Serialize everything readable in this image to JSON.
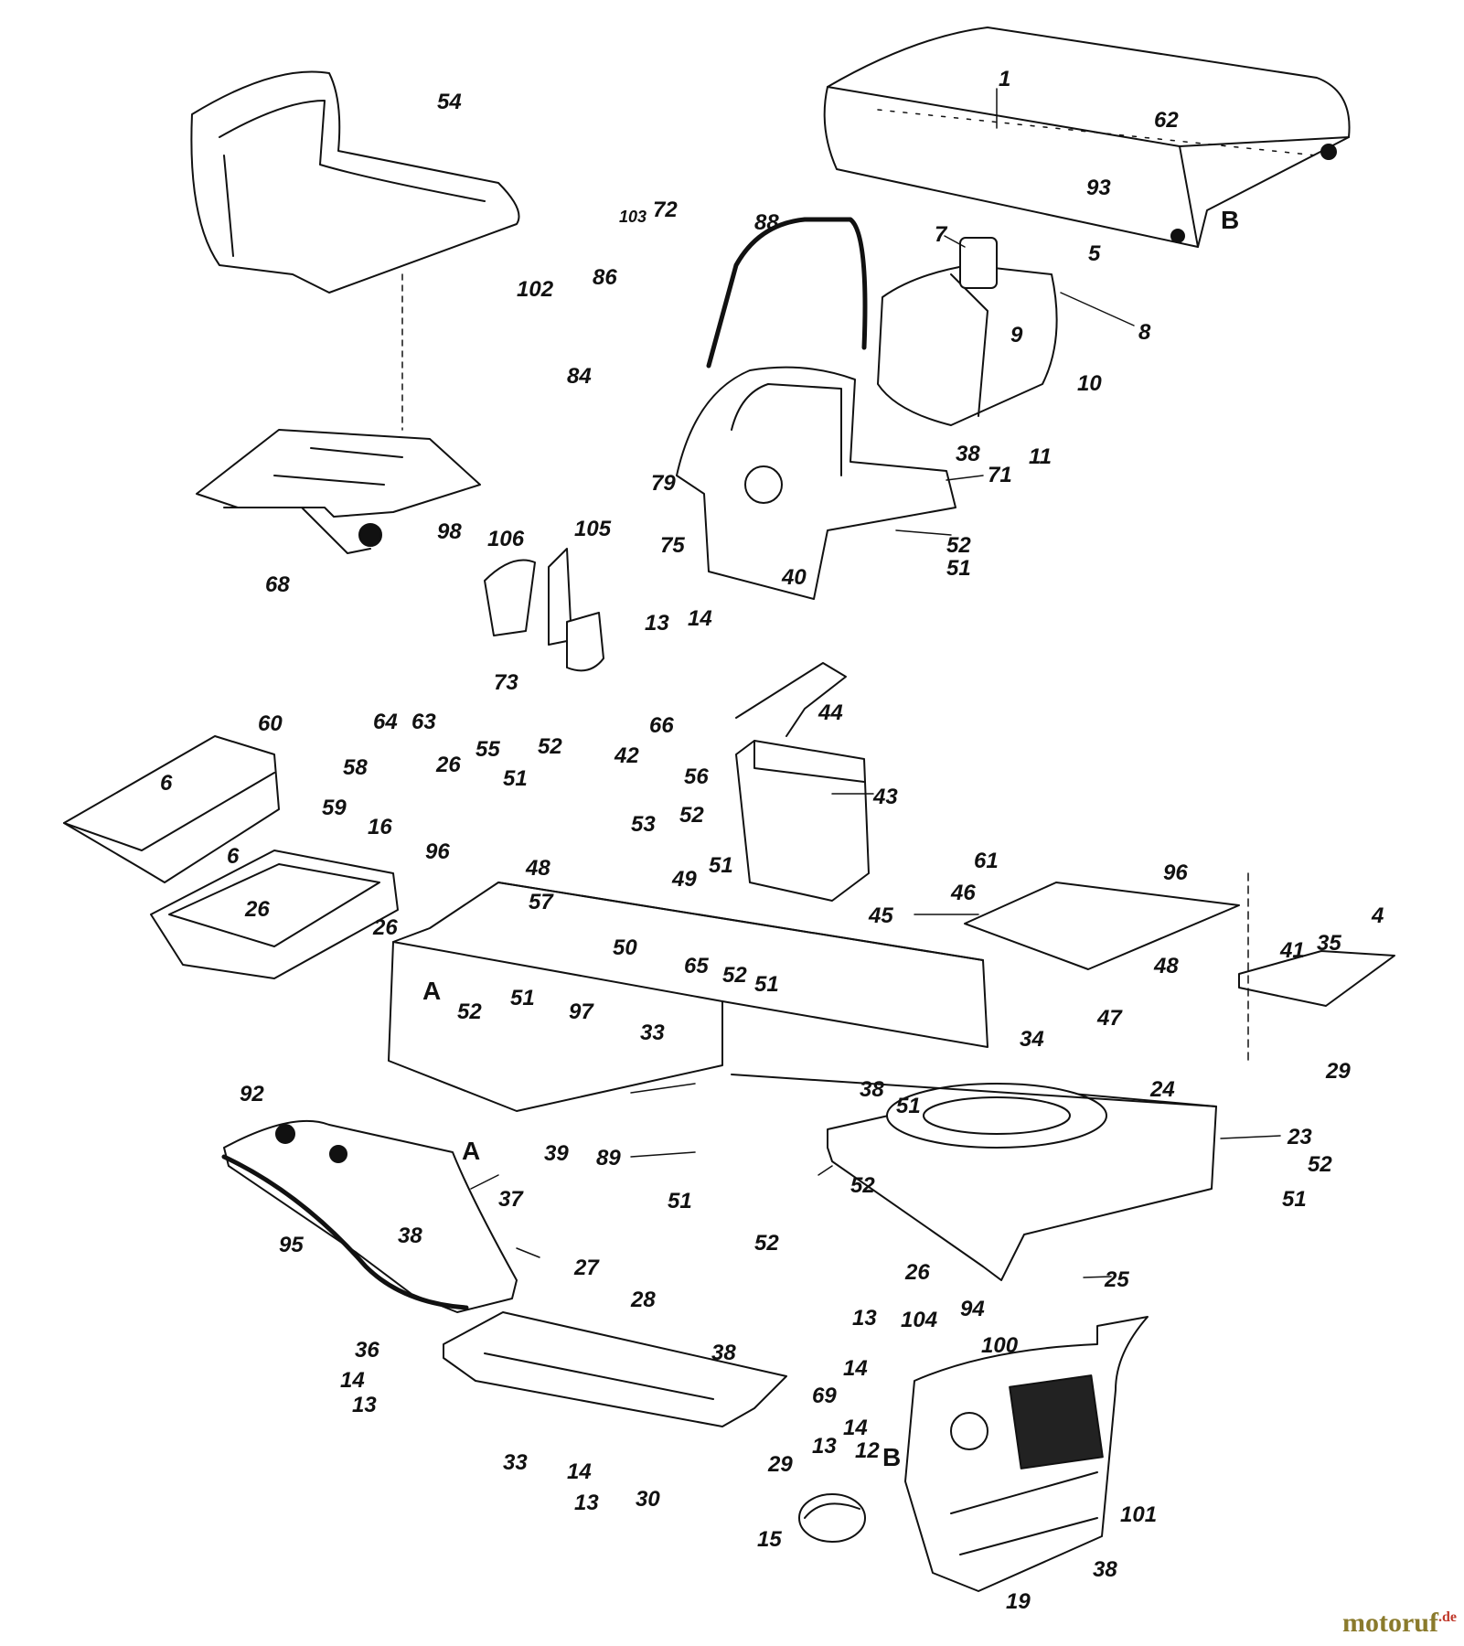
{
  "colors": {
    "ink": "#111111",
    "paper": "#ffffff",
    "logo_main": "#8a7a2c",
    "logo_accent": "#c0392b"
  },
  "labels": {
    "l54": "54",
    "l1": "1",
    "l62": "62",
    "l93": "93",
    "lB1": "B",
    "l5": "5",
    "l7": "7",
    "l103": "103",
    "l72": "72",
    "l88": "88",
    "l8": "8",
    "l9": "9",
    "l102": "102",
    "l86": "86",
    "l84": "84",
    "l10": "10",
    "l11": "11",
    "l79": "79",
    "l38a": "38",
    "l71": "71",
    "l98": "98",
    "l68": "68",
    "l106": "106",
    "l105": "105",
    "l75": "75",
    "l52a": "52",
    "l51a": "51",
    "l40": "40",
    "l13a": "13",
    "l14a": "14",
    "l73": "73",
    "l60": "60",
    "l64": "64",
    "l63": "63",
    "l58": "58",
    "l26a": "26",
    "l55": "55",
    "l52b": "52",
    "l66": "66",
    "l42": "42",
    "l56": "56",
    "l44": "44",
    "l43": "43",
    "l6a": "6",
    "l59": "59",
    "l16": "16",
    "l51b": "51",
    "l53": "53",
    "l52c": "52",
    "l96a": "96",
    "l48a": "48",
    "l49": "49",
    "l51c": "51",
    "l6b": "6",
    "l57": "57",
    "l26b": "26",
    "l26c": "26",
    "l61": "61",
    "l96b": "96",
    "l46": "46",
    "l45": "45",
    "l50": "50",
    "l65": "65",
    "l52d": "52",
    "l51d": "51",
    "l4": "4",
    "l41": "41",
    "l35": "35",
    "l48b": "48",
    "lA1": "A",
    "l52e": "52",
    "l51e": "51",
    "l97": "97",
    "l33a": "33",
    "l47": "47",
    "l29a": "29",
    "l34": "34",
    "l24": "24",
    "l92": "92",
    "lA2": "A",
    "l39": "39",
    "l89": "89",
    "l38b": "38",
    "l51f": "51",
    "l23": "23",
    "l52f": "52",
    "l51g": "51",
    "l52g": "52",
    "l37": "37",
    "l38c": "38",
    "l95": "95",
    "l51h": "51",
    "l52h": "52",
    "l26d": "26",
    "l25": "25",
    "l27": "27",
    "l28": "28",
    "l38d": "38",
    "l36": "36",
    "l14b": "14",
    "l13b": "13",
    "l33b": "33",
    "l29b": "29",
    "l14c": "14",
    "l13c": "13",
    "l30": "30",
    "l13d": "13",
    "l104": "104",
    "l94": "94",
    "l100": "100",
    "l14d": "14",
    "l69": "69",
    "l13e": "13",
    "l14e": "14",
    "l12": "12",
    "lB2": "B",
    "l101": "101",
    "l15": "15",
    "l38e": "38",
    "l19": "19"
  },
  "logo": {
    "main": "motoruf",
    "domain": ".de"
  }
}
